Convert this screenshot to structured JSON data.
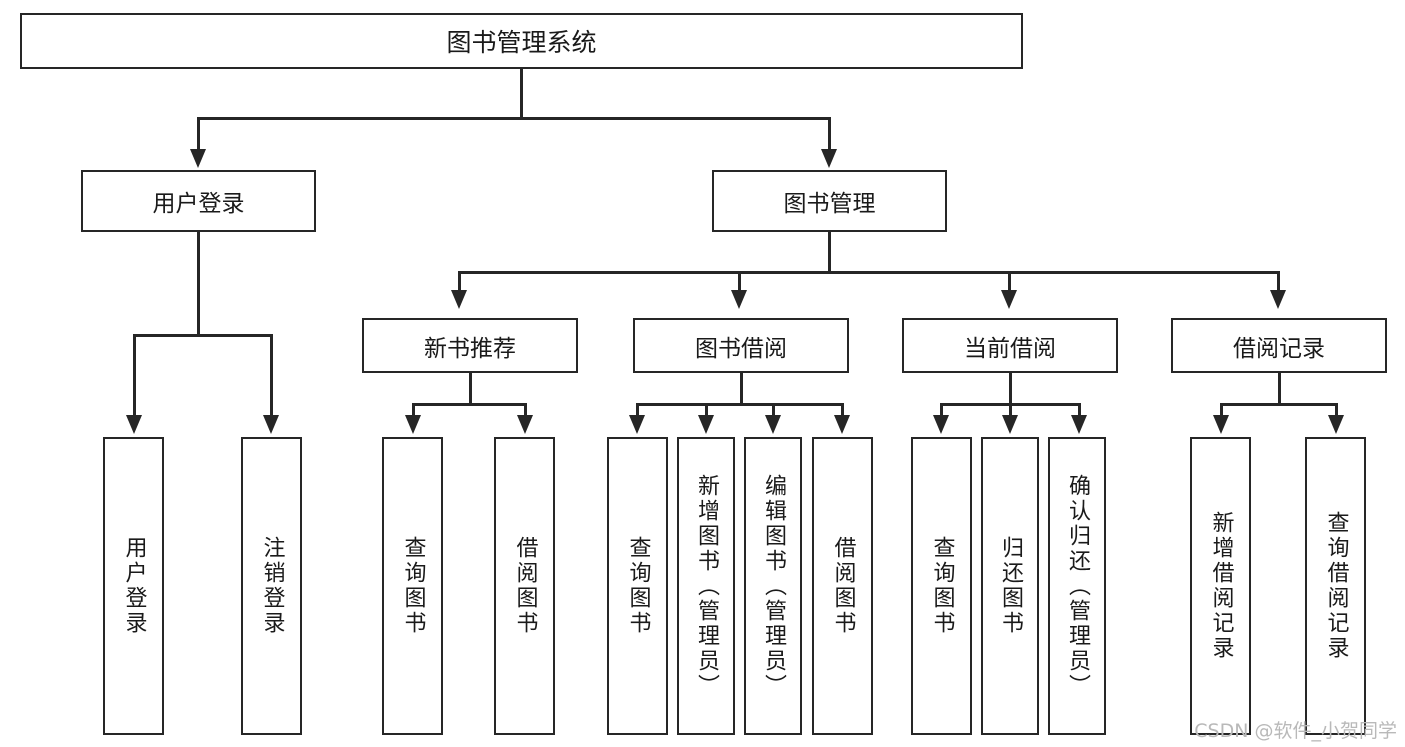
{
  "diagram": {
    "title": "图书管理系统",
    "type": "tree",
    "watermark": "CSDN @软件_小贺同学",
    "colors": {
      "stroke": "#262626",
      "fill": "#ffffff",
      "text": "#1a1a1a",
      "watermark": "#b9b9b9"
    },
    "root": {
      "label": "图书管理系统"
    },
    "level2": [
      {
        "label": "用户登录"
      },
      {
        "label": "图书管理"
      }
    ],
    "level3": [
      {
        "label": "新书推荐"
      },
      {
        "label": "图书借阅"
      },
      {
        "label": "当前借阅"
      },
      {
        "label": "借阅记录"
      }
    ],
    "leaves": {
      "user_login": [
        {
          "label": "用户登录"
        },
        {
          "label": "注销登录"
        }
      ],
      "new_book_recommend": [
        {
          "label": "查询图书"
        },
        {
          "label": "借阅图书"
        }
      ],
      "book_borrow": [
        {
          "label": "查询图书"
        },
        {
          "label": "新增图书（管理员）"
        },
        {
          "label": "编辑图书（管理员）"
        },
        {
          "label": "借阅图书"
        }
      ],
      "current_borrow": [
        {
          "label": "查询图书"
        },
        {
          "label": "归还图书"
        },
        {
          "label": "确认归还（管理员）"
        }
      ],
      "borrow_record": [
        {
          "label": "新增借阅记录"
        },
        {
          "label": "查询借阅记录"
        }
      ]
    }
  }
}
